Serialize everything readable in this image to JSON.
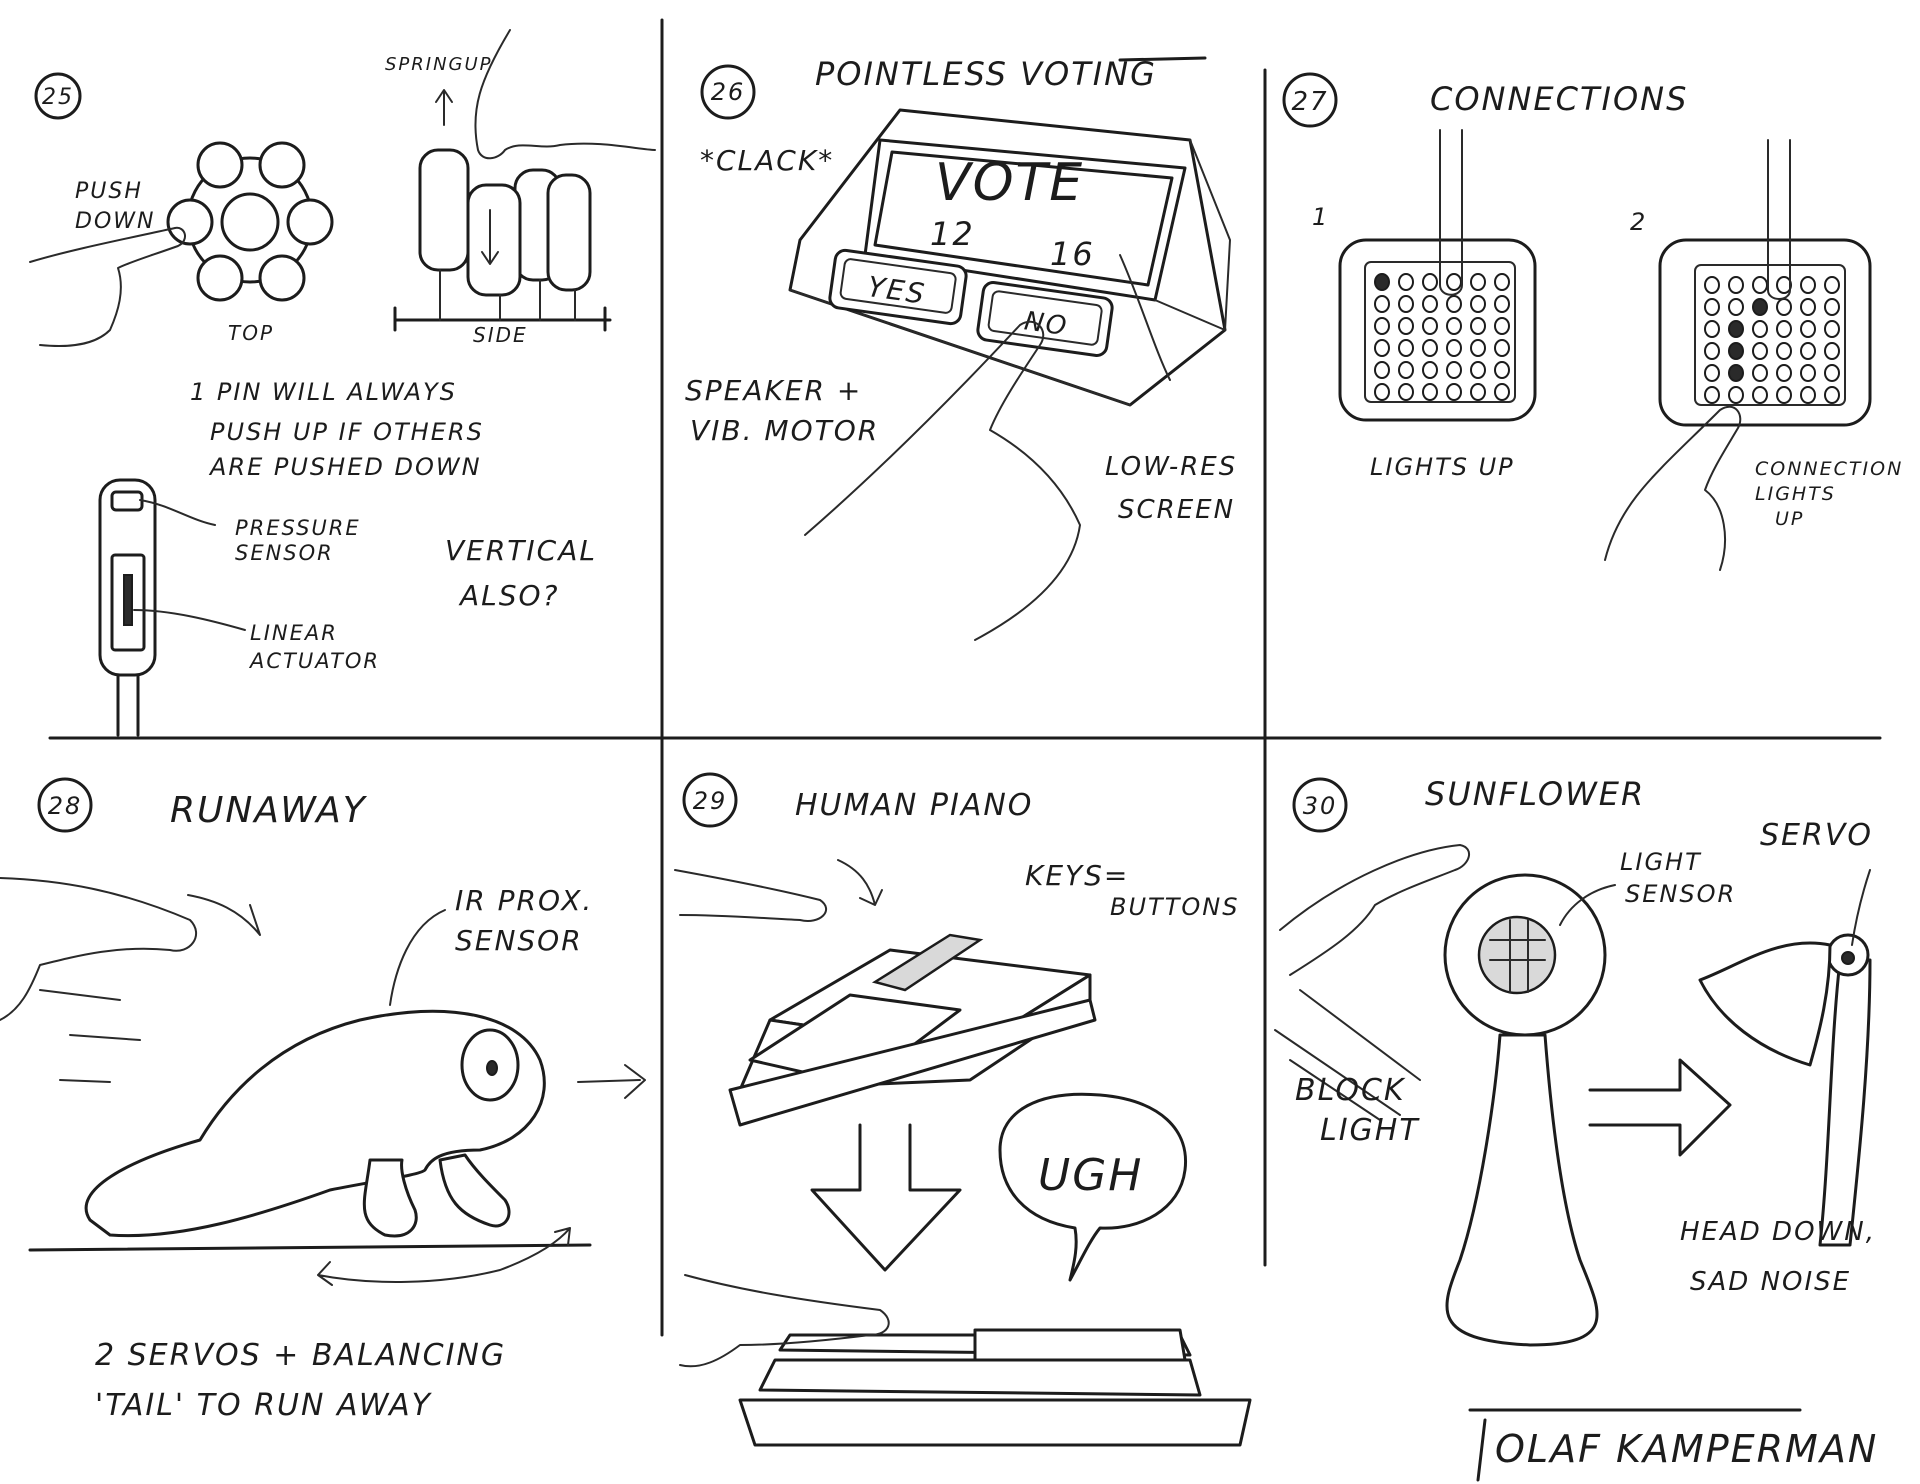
{
  "panels": {
    "p25": {
      "number": "25",
      "push_down": [
        "PUSH",
        "DOWN"
      ],
      "spring_up": "SPRINGUP",
      "top": "TOP",
      "side": "SIDE",
      "note": [
        "1 PIN WILL ALWAYS",
        "PUSH UP IF OTHERS",
        "ARE PUSHED DOWN"
      ],
      "pressure_sensor": [
        "PRESSURE",
        "SENSOR"
      ],
      "linear_actuator": [
        "LINEAR",
        "ACTUATOR"
      ],
      "vertical_also": [
        "VERTICAL",
        "ALSO?"
      ]
    },
    "p26": {
      "number": "26",
      "title": "POINTLESS VOTING",
      "clack": "*CLACK*",
      "screen_word": "VOTE",
      "count_yes": "12",
      "count_no": "16",
      "yes_button": "YES",
      "no_button": "NO",
      "speaker": [
        "SPEAKER +",
        "VIB. MOTOR"
      ],
      "low_res": [
        "LOW-RES",
        "SCREEN"
      ]
    },
    "p27": {
      "number": "27",
      "title": "CONNECTIONS",
      "step1": "1",
      "step2": "2",
      "lights_up": "LIGHTS UP",
      "connection_lights": [
        "CONNECTION",
        "LIGHTS",
        "UP"
      ]
    },
    "p28": {
      "number": "28",
      "title": "RUNAWAY",
      "ir_sensor": [
        "IR PROX.",
        "SENSOR"
      ],
      "caption": [
        "2 SERVOS + BALANCING",
        "'TAIL' TO RUN AWAY"
      ]
    },
    "p29": {
      "number": "29",
      "title": "HUMAN PIANO",
      "keys": [
        "KEYS=",
        "BUTTONS"
      ],
      "ugh": "UGH"
    },
    "p30": {
      "number": "30",
      "title": "SUNFLOWER",
      "light_sensor": [
        "LIGHT",
        "SENSOR"
      ],
      "servo": "SERVO",
      "block_light": [
        "BLOCK",
        "LIGHT"
      ],
      "head_down": [
        "HEAD DOWN,",
        "SAD NOISE"
      ]
    }
  },
  "signature": "OLAF KAMPERMAN"
}
